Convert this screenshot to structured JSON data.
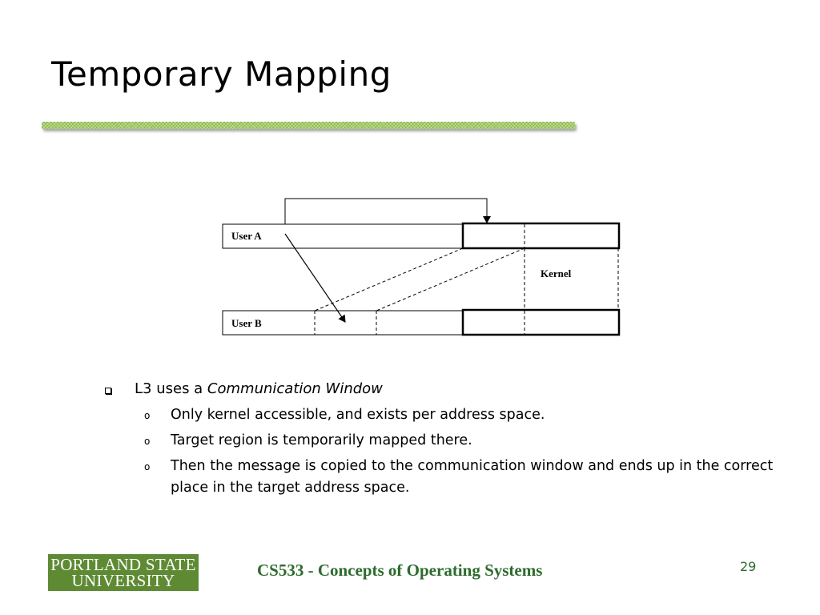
{
  "slide": {
    "title": "Temporary Mapping",
    "diagram": {
      "user_a_label": "User A",
      "user_b_label": "User B",
      "kernel_label": "Kernel"
    },
    "bullets": {
      "main_prefix": "L3 uses a ",
      "main_emphasis": "Communication Window",
      "sub": [
        "Only kernel accessible, and exists per address space.",
        "Target region is temporarily mapped there.",
        "Then the message is copied to the communication window and ends up in the correct place in the target address space."
      ],
      "sub_marker": "o"
    },
    "footer": {
      "logo_line1": "PORTLAND STATE",
      "logo_line2": "UNIVERSITY",
      "course_title": "CS533 - Concepts of Operating Systems",
      "page_number": "29"
    },
    "colors": {
      "accent_green": "#a9cf6b",
      "logo_green": "#5e8a34",
      "footer_text": "#2d6b2d"
    }
  }
}
